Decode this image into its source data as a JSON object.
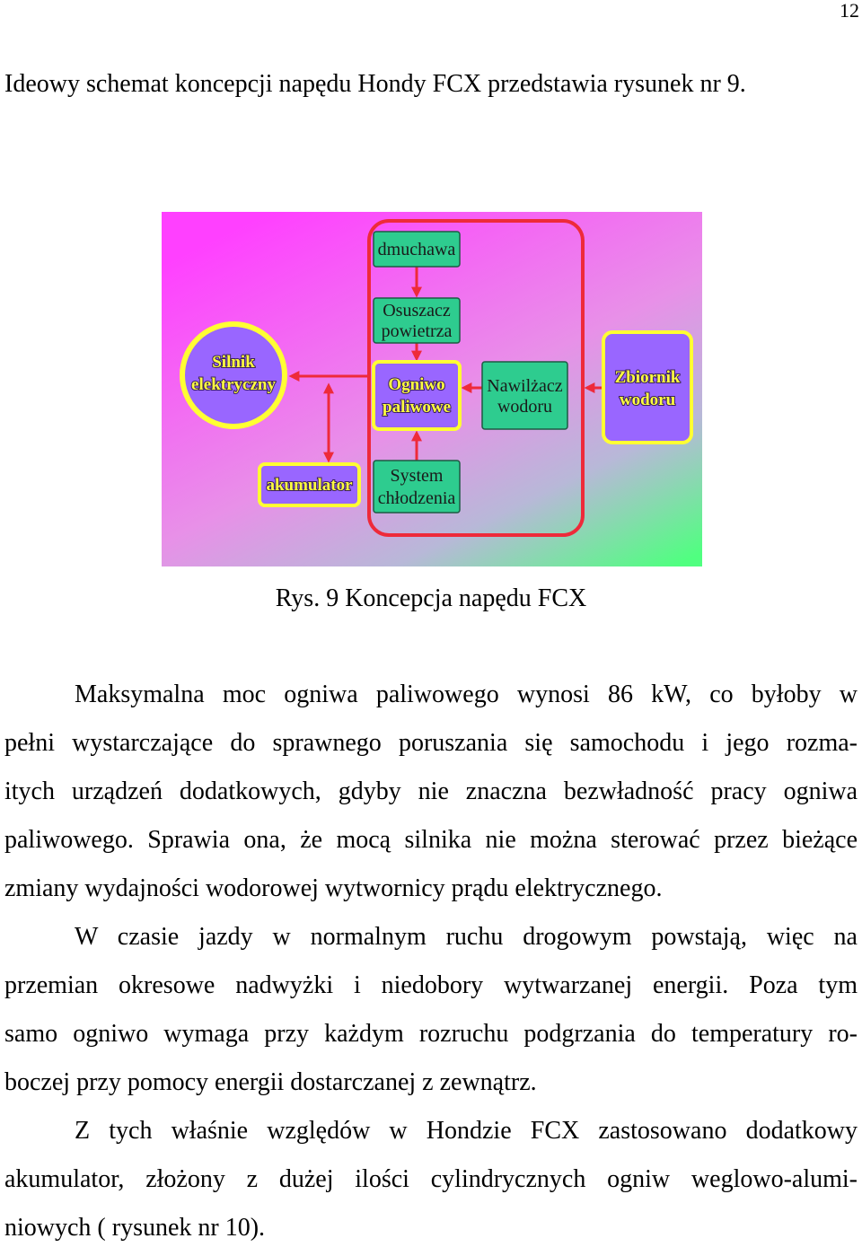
{
  "page": {
    "number": "12"
  },
  "intro": "Ideowy schemat koncepcji napędu Hondy FCX przedstawia rysunek nr 9.",
  "figure": {
    "caption": "Rys. 9 Koncepcja napędu FCX",
    "nodes": {
      "dmuchawa": {
        "lines": [
          "dmuchawa"
        ]
      },
      "osuszacz": {
        "lines": [
          "Osuszacz",
          "powietrza"
        ]
      },
      "ogniwo": {
        "lines": [
          "Ogniwo",
          "paliwowe"
        ]
      },
      "nawilzacz": {
        "lines": [
          "Nawilżacz",
          "wodoru"
        ]
      },
      "system": {
        "lines": [
          "System",
          "chłodzenia"
        ]
      },
      "silnik": {
        "lines": [
          "Silnik",
          "elektryczny"
        ]
      },
      "zbiornik": {
        "lines": [
          "Zbiornik",
          "wodoru"
        ]
      },
      "akumulator": {
        "lines": [
          "akumulator"
        ]
      }
    },
    "colors": {
      "module_outline_and_arrows": "#ee2a3a",
      "auxiliary_component": "#2ecc8f",
      "main_component": "#9966ff",
      "main_component_border": "#ffff33",
      "main_component_text": "#ffff40"
    }
  },
  "body": {
    "paragraphs": [
      {
        "lines": [
          "Maksymalna moc ogniwa paliwowego wynosi 86 kW, co byłoby w",
          "pełni wystarczające do sprawnego poruszania się samochodu i jego rozma-",
          "itych urządzeń dodatkowych, gdyby nie znaczna bezwładność pracy ogniwa",
          "paliwowego. Sprawia ona, że mocą silnika nie można sterować przez bieżące",
          "zmiany wydajności wodorowej wytwornicy prądu elektrycznego."
        ]
      },
      {
        "lines": [
          "W czasie jazdy w normalnym ruchu drogowym powstają, więc na",
          "przemian okresowe nadwyżki i niedobory wytwarzanej energii. Poza tym",
          "samo ogniwo wymaga przy każdym rozruchu podgrzania do temperatury ro-",
          "boczej przy pomocy energii dostarczanej z zewnątrz."
        ]
      },
      {
        "lines": [
          "Z tych właśnie względów w Hondzie FCX zastosowano dodatkowy",
          "akumulator, złożony z dużej ilości cylindrycznych ogniw weglowo-alumi-",
          "niowych ( rysunek nr 10)."
        ]
      }
    ]
  }
}
